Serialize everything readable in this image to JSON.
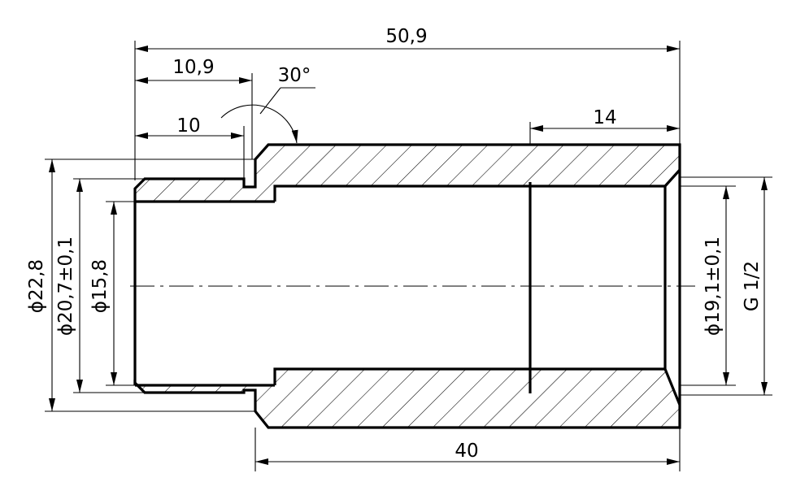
{
  "dimensions": {
    "overall_length": "50,9",
    "thread_length": "10,9",
    "groove_length": "10",
    "chamfer_angle": "30°",
    "bore_length": "14",
    "body_length": "40",
    "outer_diameter": "ϕ22,8",
    "thread_diameter": "ϕ20,7±0,1",
    "inner_diameter": "ϕ15,8",
    "bore_diameter": "ϕ19,1±0,1",
    "thread_spec": "G 1/2"
  }
}
